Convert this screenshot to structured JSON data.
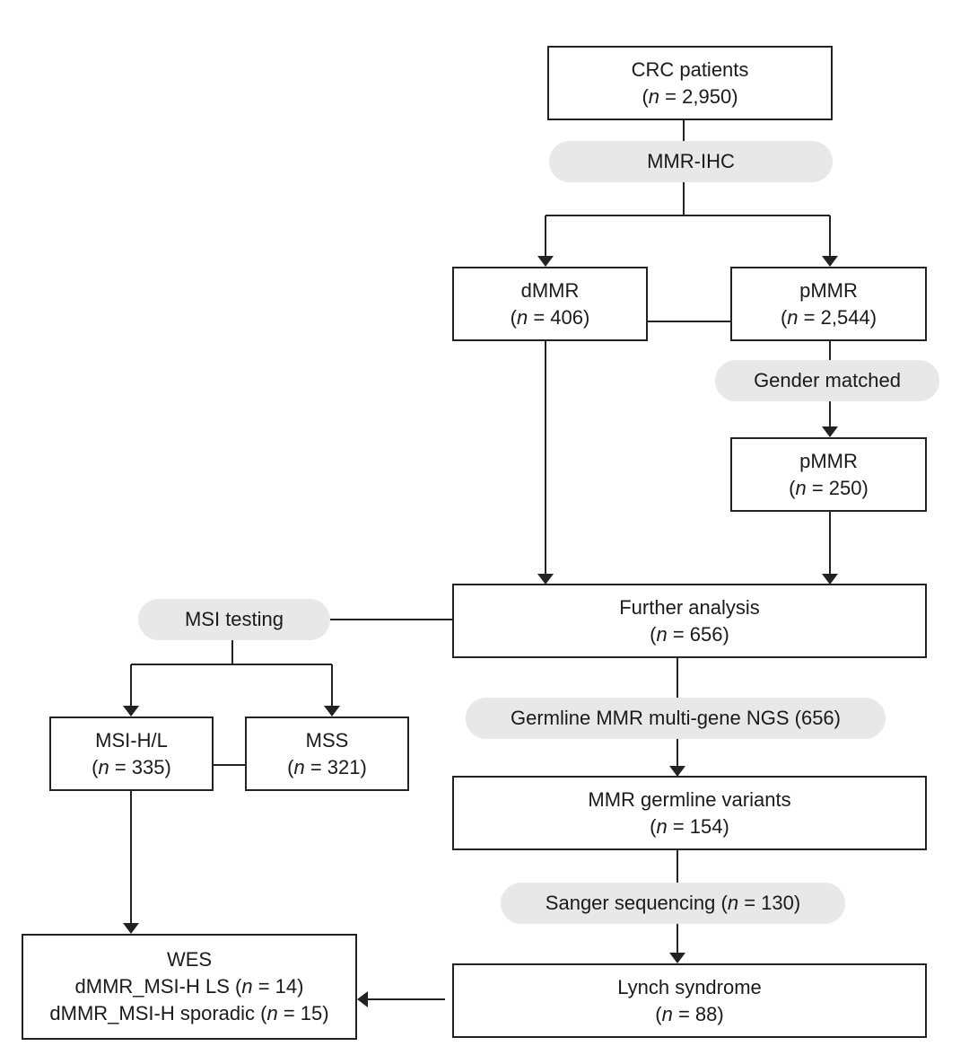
{
  "boxes": {
    "crc": {
      "title": "CRC patients",
      "n": "n",
      "count": "= 2,950"
    },
    "dmmr": {
      "title": "dMMR",
      "n": "n",
      "count": "= 406"
    },
    "pmmr_all": {
      "title": "pMMR",
      "n": "n",
      "count": "= 2,544"
    },
    "pmmr_matched": {
      "title": "pMMR",
      "n": "n",
      "count": "= 250"
    },
    "further": {
      "title": "Further analysis",
      "n": "n",
      "count": "= 656"
    },
    "msih": {
      "title": "MSI-H/L",
      "n": "n",
      "count": "= 335"
    },
    "mss": {
      "title": "MSS",
      "n": "n",
      "count": "= 321"
    },
    "germline": {
      "title": "MMR germline variants",
      "n": "n",
      "count": "= 154"
    },
    "lynch": {
      "title": "Lynch syndrome",
      "n": "n",
      "count": "= 88"
    },
    "wes": {
      "title": "WES",
      "line1_prefix": "dMMR_MSI-H  LS (",
      "line1_n": "n",
      "line1_suffix": " = 14)",
      "line2_prefix": "dMMR_MSI-H sporadic (",
      "line2_n": "n",
      "line2_suffix": " = 15)"
    }
  },
  "pills": {
    "mmr_ihc": "MMR-IHC",
    "gender": "Gender matched",
    "msi_testing": "MSI testing",
    "ngs": "Germline MMR multi-gene NGS (656)",
    "sanger_prefix": "Sanger sequencing (",
    "sanger_n": "n",
    "sanger_suffix": " = 130)"
  },
  "colors": {
    "pill_bg": "#e8e8e8",
    "stroke": "#222222"
  }
}
